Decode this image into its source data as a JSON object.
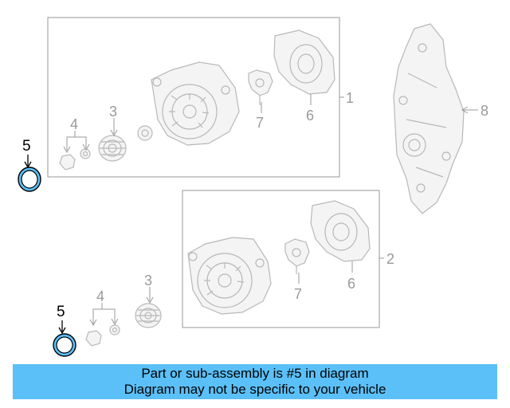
{
  "diagram": {
    "callouts": {
      "c1": "1",
      "c2": "2",
      "c3a": "3",
      "c3b": "3",
      "c4a": "4",
      "c4b": "4",
      "c5a": "5",
      "c5b": "5",
      "c6a": "6",
      "c6b": "6",
      "c7a": "7",
      "c7b": "7",
      "c8": "8"
    },
    "highlight_color": "#5bc0f8"
  },
  "banner": {
    "line1": "Part or sub-assembly is #5 in diagram",
    "line2": "Diagram may not be specific to your vehicle",
    "color": "#5bc0f8"
  }
}
